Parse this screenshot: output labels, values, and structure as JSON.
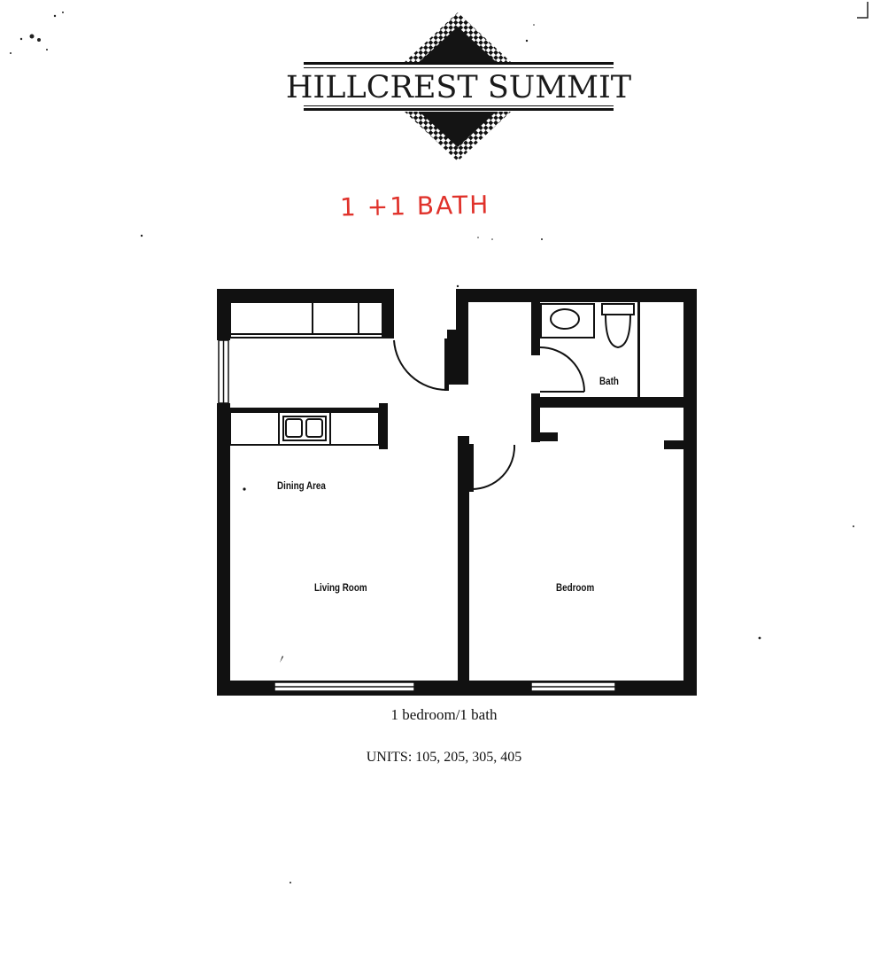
{
  "header": {
    "logo_text": "HILLCREST SUMMIT"
  },
  "annotation": {
    "handwritten_note": "1 +1 BATH",
    "color": "#e0322b"
  },
  "floor_plan": {
    "rooms": {
      "bath": "Bath",
      "dining_area": "Dining Area",
      "living_room": "Living Room",
      "bedroom": "Bedroom"
    }
  },
  "footer": {
    "layout_label": "1 bedroom/1 bath",
    "units_label": "UNITS: 105, 205, 305, 405"
  }
}
